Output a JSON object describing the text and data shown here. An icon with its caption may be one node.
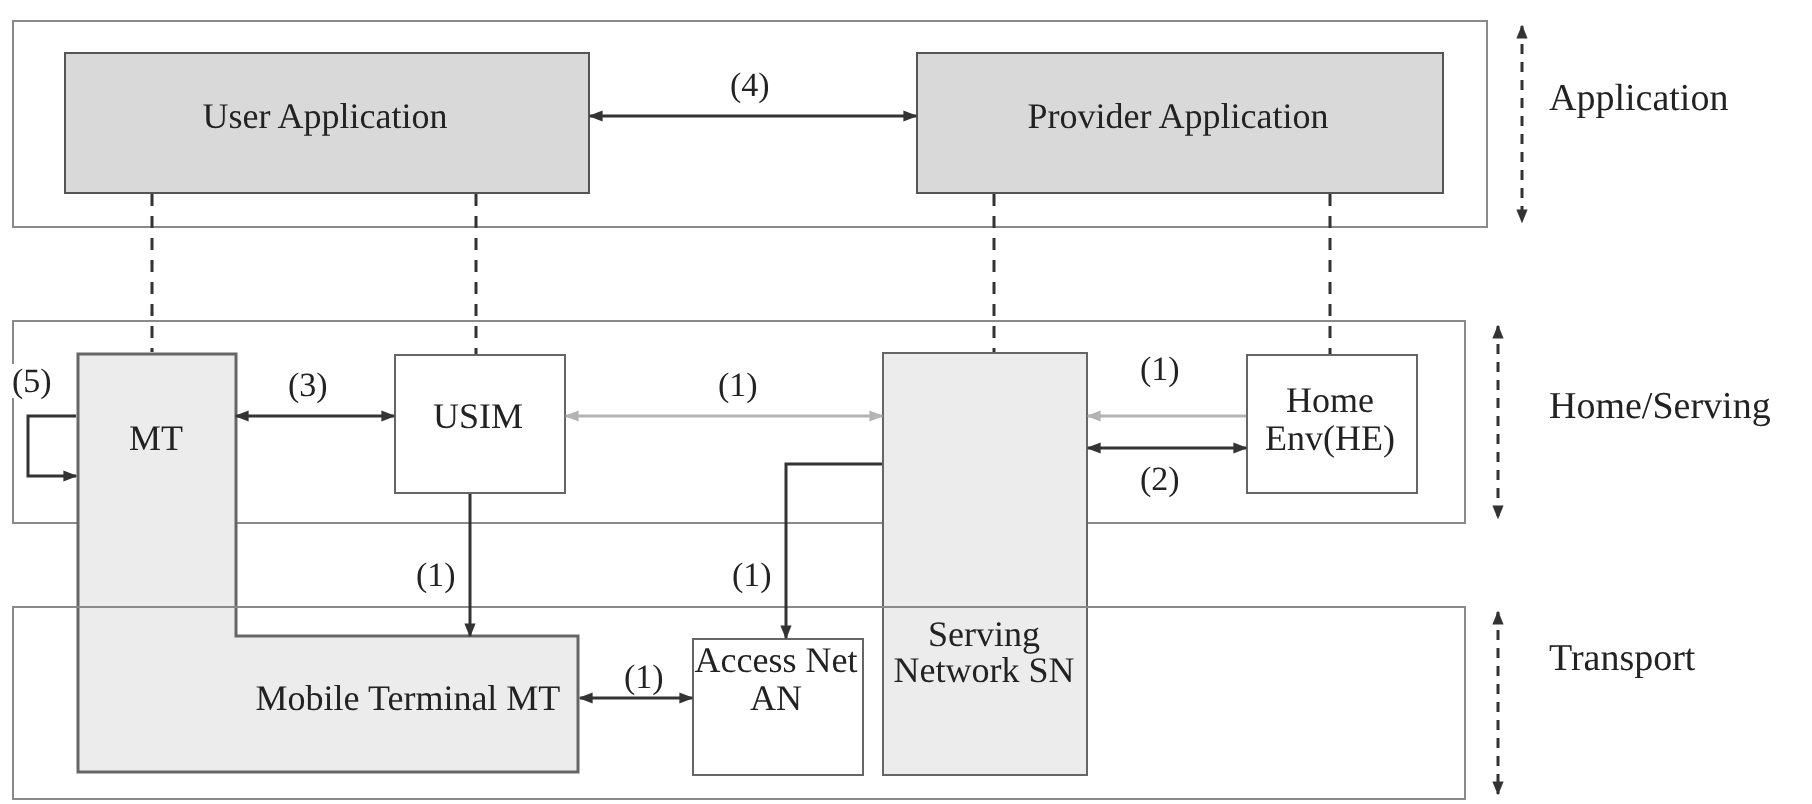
{
  "diagram": {
    "nodes": [
      {
        "text": [
          "Application"
        ]
      },
      {
        "text": [
          "User Application"
        ],
        "in": 0
      },
      {
        "text": [
          "Provider Application"
        ],
        "in": 0
      },
      {
        "text": [
          "Home/Serving"
        ]
      },
      {
        "text": [
          "MT",
          "Mobile Terminal MT"
        ]
      },
      {
        "text": [
          "USIM"
        ],
        "in": 3
      },
      {
        "text": [
          "Serving Network SN"
        ]
      },
      {
        "text": [
          "Home Env(HE)"
        ],
        "in": 3
      },
      {
        "text": [
          "Transport"
        ]
      },
      {
        "text": [
          "Access Net AN"
        ],
        "in": 8
      }
    ],
    "edges": [
      {
        "from": 1,
        "to": 2,
        "arrow": "both",
        "label": "(4)"
      },
      {
        "from": 1,
        "to": 4,
        "arrow": "none",
        "style": "dashed"
      },
      {
        "from": 1,
        "to": 5,
        "arrow": "none",
        "style": "dashed"
      },
      {
        "from": 2,
        "to": 6,
        "arrow": "none",
        "style": "dashed"
      },
      {
        "from": 2,
        "to": 7,
        "arrow": "none",
        "style": "dashed"
      },
      {
        "from": 4,
        "to": 5,
        "arrow": "both",
        "label": "(3)"
      },
      {
        "from": 5,
        "to": 6,
        "arrow": "both",
        "label": "(1)",
        "color": "#b4b4b4"
      },
      {
        "from": 7,
        "to": 6,
        "arrow": "to",
        "label": "(1)",
        "color": "#b4b4b4"
      },
      {
        "from": 6,
        "to": 7,
        "arrow": "both",
        "label": "(2)"
      },
      {
        "from": 4,
        "to": 4,
        "arrow": "to",
        "label": "(5)"
      },
      {
        "from": 5,
        "to": 4,
        "arrow": "to",
        "label": "(1)"
      },
      {
        "from": 6,
        "to": 9,
        "arrow": "to",
        "label": "(1)"
      },
      {
        "from": 4,
        "to": 9,
        "arrow": "both",
        "label": "(1)"
      }
    ]
  }
}
